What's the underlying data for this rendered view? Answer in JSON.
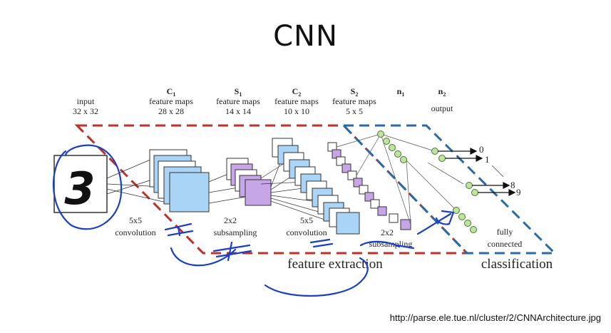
{
  "title": "CNN",
  "layers": {
    "input": {
      "name": "input",
      "size": "32 x 32"
    },
    "c1": {
      "name": "C",
      "sub": "1",
      "desc": "feature maps",
      "size": "28 x 28"
    },
    "s1": {
      "name": "S",
      "sub": "1",
      "desc": "feature maps",
      "size": "14 x 14"
    },
    "c2": {
      "name": "C",
      "sub": "2",
      "desc": "feature maps",
      "size": "10 x 10"
    },
    "s2": {
      "name": "S",
      "sub": "2",
      "desc": "feature maps",
      "size": "5 x 5"
    },
    "n1": {
      "name": "n",
      "sub": "1"
    },
    "n2": {
      "name": "n",
      "sub": "2",
      "desc": "output"
    }
  },
  "input_digit": "3",
  "operations": {
    "conv1_a": "5x5",
    "conv1_b": "convolution",
    "sub1_a": "2x2",
    "sub1_b": "subsampling",
    "conv2_a": "5x5",
    "conv2_b": "convolution",
    "sub2_a": "2x2",
    "sub2_b": "subsampling",
    "fc_a": "fully",
    "fc_b": "connected"
  },
  "outputs": {
    "o0": "0",
    "o1": "1",
    "o8": "8",
    "o9": "9"
  },
  "sections": {
    "feature": "feature extraction",
    "classification": "classification"
  },
  "source_url": "http://parse.ele.tue.nl/cluster/2/CNNArchitecture.jpg",
  "colors": {
    "feature_border": "#c0302a",
    "class_border": "#2a6aa8",
    "map_blue": "#a9d4f5",
    "map_purple": "#c7a6e8",
    "neuron": "#bfe3a0",
    "ink": "#1a3fc4"
  }
}
